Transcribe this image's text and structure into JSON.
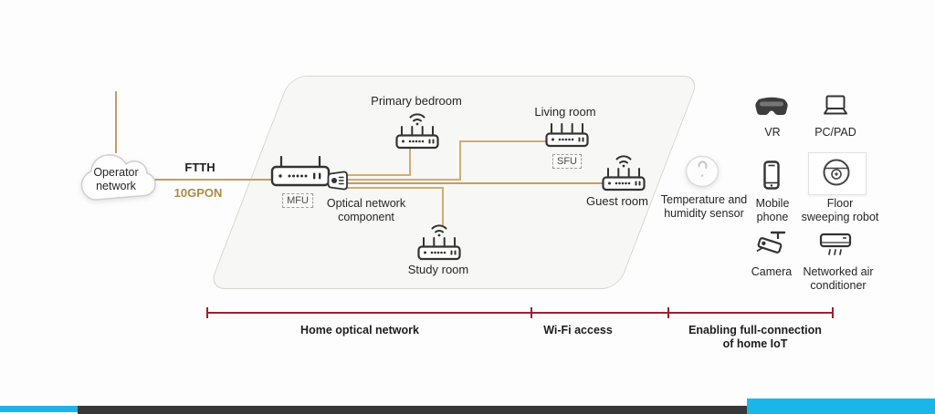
{
  "colors": {
    "fiber_gold": "#c69c5e",
    "gpon_gold": "#b08a45",
    "bracket_red": "#9c2033",
    "accent_cyan": "#1ab6ea",
    "bottom_bar_dark": "#383838"
  },
  "operator": {
    "lines": [
      "Operator",
      "network"
    ]
  },
  "link": {
    "ftth": "FTTH",
    "gpon": "10GPON"
  },
  "core": {
    "mfu_tag": "MFU",
    "component_lines": [
      "Optical network",
      "component"
    ]
  },
  "rooms": {
    "primary_bedroom": "Primary bedroom",
    "living_room": "Living room",
    "sfu_tag": "SFU",
    "guest_room": "Guest room",
    "study_room": "Study room"
  },
  "sensor": {
    "lines": [
      "Temperature and",
      "humidity sensor"
    ]
  },
  "devices": [
    {
      "id": "vr",
      "lines": [
        "VR"
      ]
    },
    {
      "id": "pc-pad",
      "lines": [
        "PC/PAD"
      ]
    },
    {
      "id": "mobile-phone",
      "lines": [
        "Mobile",
        "phone"
      ]
    },
    {
      "id": "floor-sweeping-robot",
      "lines": [
        "Floor",
        "sweeping robot"
      ]
    },
    {
      "id": "camera",
      "lines": [
        "Camera"
      ]
    },
    {
      "id": "networked-air-conditioner",
      "lines": [
        "Networked air",
        "conditioner"
      ]
    }
  ],
  "bracket": {
    "segments": [
      {
        "lines": [
          "Home optical network"
        ]
      },
      {
        "lines": [
          "Wi-Fi access"
        ]
      },
      {
        "lines": [
          "Enabling full-connection",
          "of home IoT"
        ]
      }
    ]
  }
}
